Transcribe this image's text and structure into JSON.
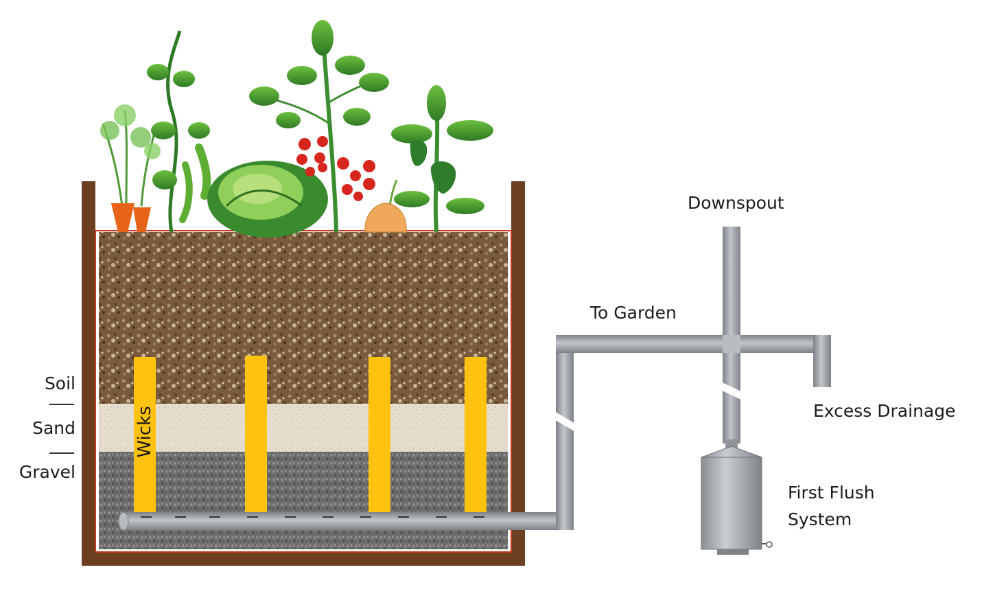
{
  "labels": {
    "soil": "Soil",
    "sand": "Sand",
    "gravel": "Gravel",
    "wicks": "Wicks",
    "to_garden": "To Garden",
    "downspout": "Downspout",
    "excess_drainage": "Excess Drainage",
    "first_flush_line1": "First Flush",
    "first_flush_line2": "System"
  },
  "colors": {
    "bed_wood": "#6b3f1f",
    "soil": "#7a5a3c",
    "sand": "#e6ddcf",
    "gravel": "#6e6e6e",
    "wick": "#ffc20e",
    "pipe": "#9a9fa5",
    "pipe_dark": "#6f747a",
    "tank": "#a7abb0",
    "leaf_green": "#3c8d2f",
    "tomato_red": "#d7261e",
    "carrot_orange": "#e8631a"
  }
}
